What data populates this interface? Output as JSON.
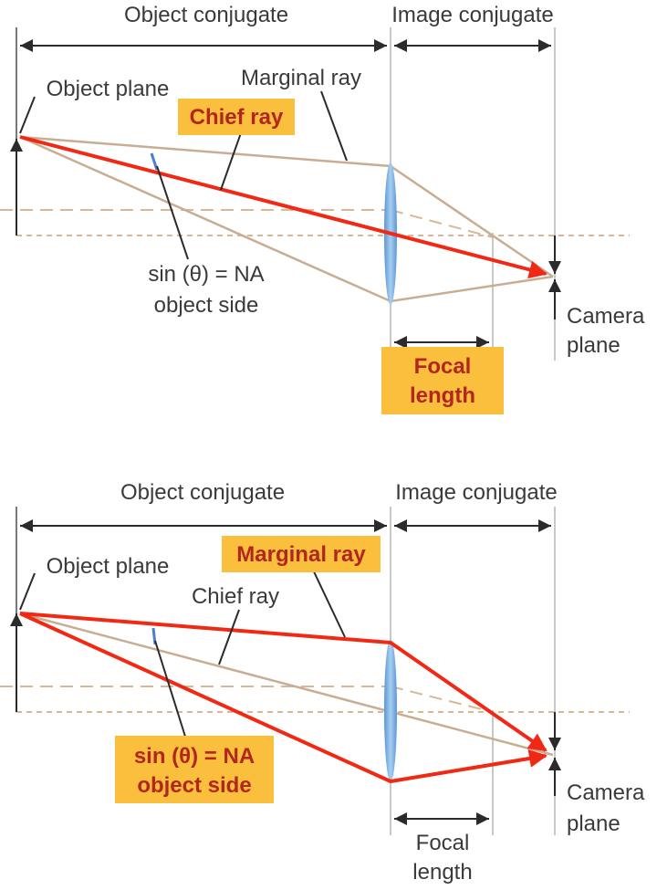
{
  "colors": {
    "ray": "#f02814",
    "secondary_ray": "#c9ad93",
    "guide": "#b8b8b8",
    "dash": "#d8b896",
    "lens_top": "#8ebfe6",
    "lens_bottom": "#5b95d6",
    "highlight_box": "#fbbf3e",
    "highlight_text": "#b3261e",
    "label_text": "#3a3a3a"
  },
  "panel_top": {
    "object_conjugate": "Object conjugate",
    "image_conjugate": "Image conjugate",
    "object_plane": "Object plane",
    "marginal_ray": "Marginal ray",
    "chief_ray": "Chief ray",
    "na_line1": "sin (θ) = NA",
    "na_line2": "object side",
    "camera_line1": "Camera",
    "camera_line2": "plane",
    "focal_line1": "Focal",
    "focal_line2": "length",
    "highlighted": "chief-ray"
  },
  "panel_bottom": {
    "object_conjugate": "Object conjugate",
    "image_conjugate": "Image conjugate",
    "object_plane": "Object plane",
    "marginal_ray": "Marginal ray",
    "chief_ray": "Chief ray",
    "na_line1": "sin (θ) = NA",
    "na_line2": "object side",
    "camera_line1": "Camera",
    "camera_line2": "plane",
    "focal_line1": "Focal",
    "focal_line2": "length",
    "highlighted": "marginal-ray"
  }
}
